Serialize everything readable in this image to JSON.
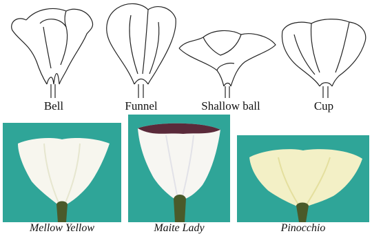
{
  "shapes": [
    {
      "id": "bell",
      "label": "Bell"
    },
    {
      "id": "funnel",
      "label": "Funnel"
    },
    {
      "id": "shallow-ball",
      "label": "Shallow ball"
    },
    {
      "id": "cup",
      "label": "Cup"
    }
  ],
  "cultivars": [
    {
      "id": "mellow-yellow",
      "label": "Mellow Yellow"
    },
    {
      "id": "maite-lady",
      "label": "Maite Lady"
    },
    {
      "id": "pinocchio",
      "label": "Pinocchio"
    }
  ],
  "colors": {
    "photo_background": "#2fa598",
    "petal": "#f7f6ee",
    "petal_shade": "#e6e6cf",
    "pinocchio_petal": "#f3f0c6",
    "maite_tip": "#5a2a3a",
    "stem": "#4a5a2a"
  }
}
